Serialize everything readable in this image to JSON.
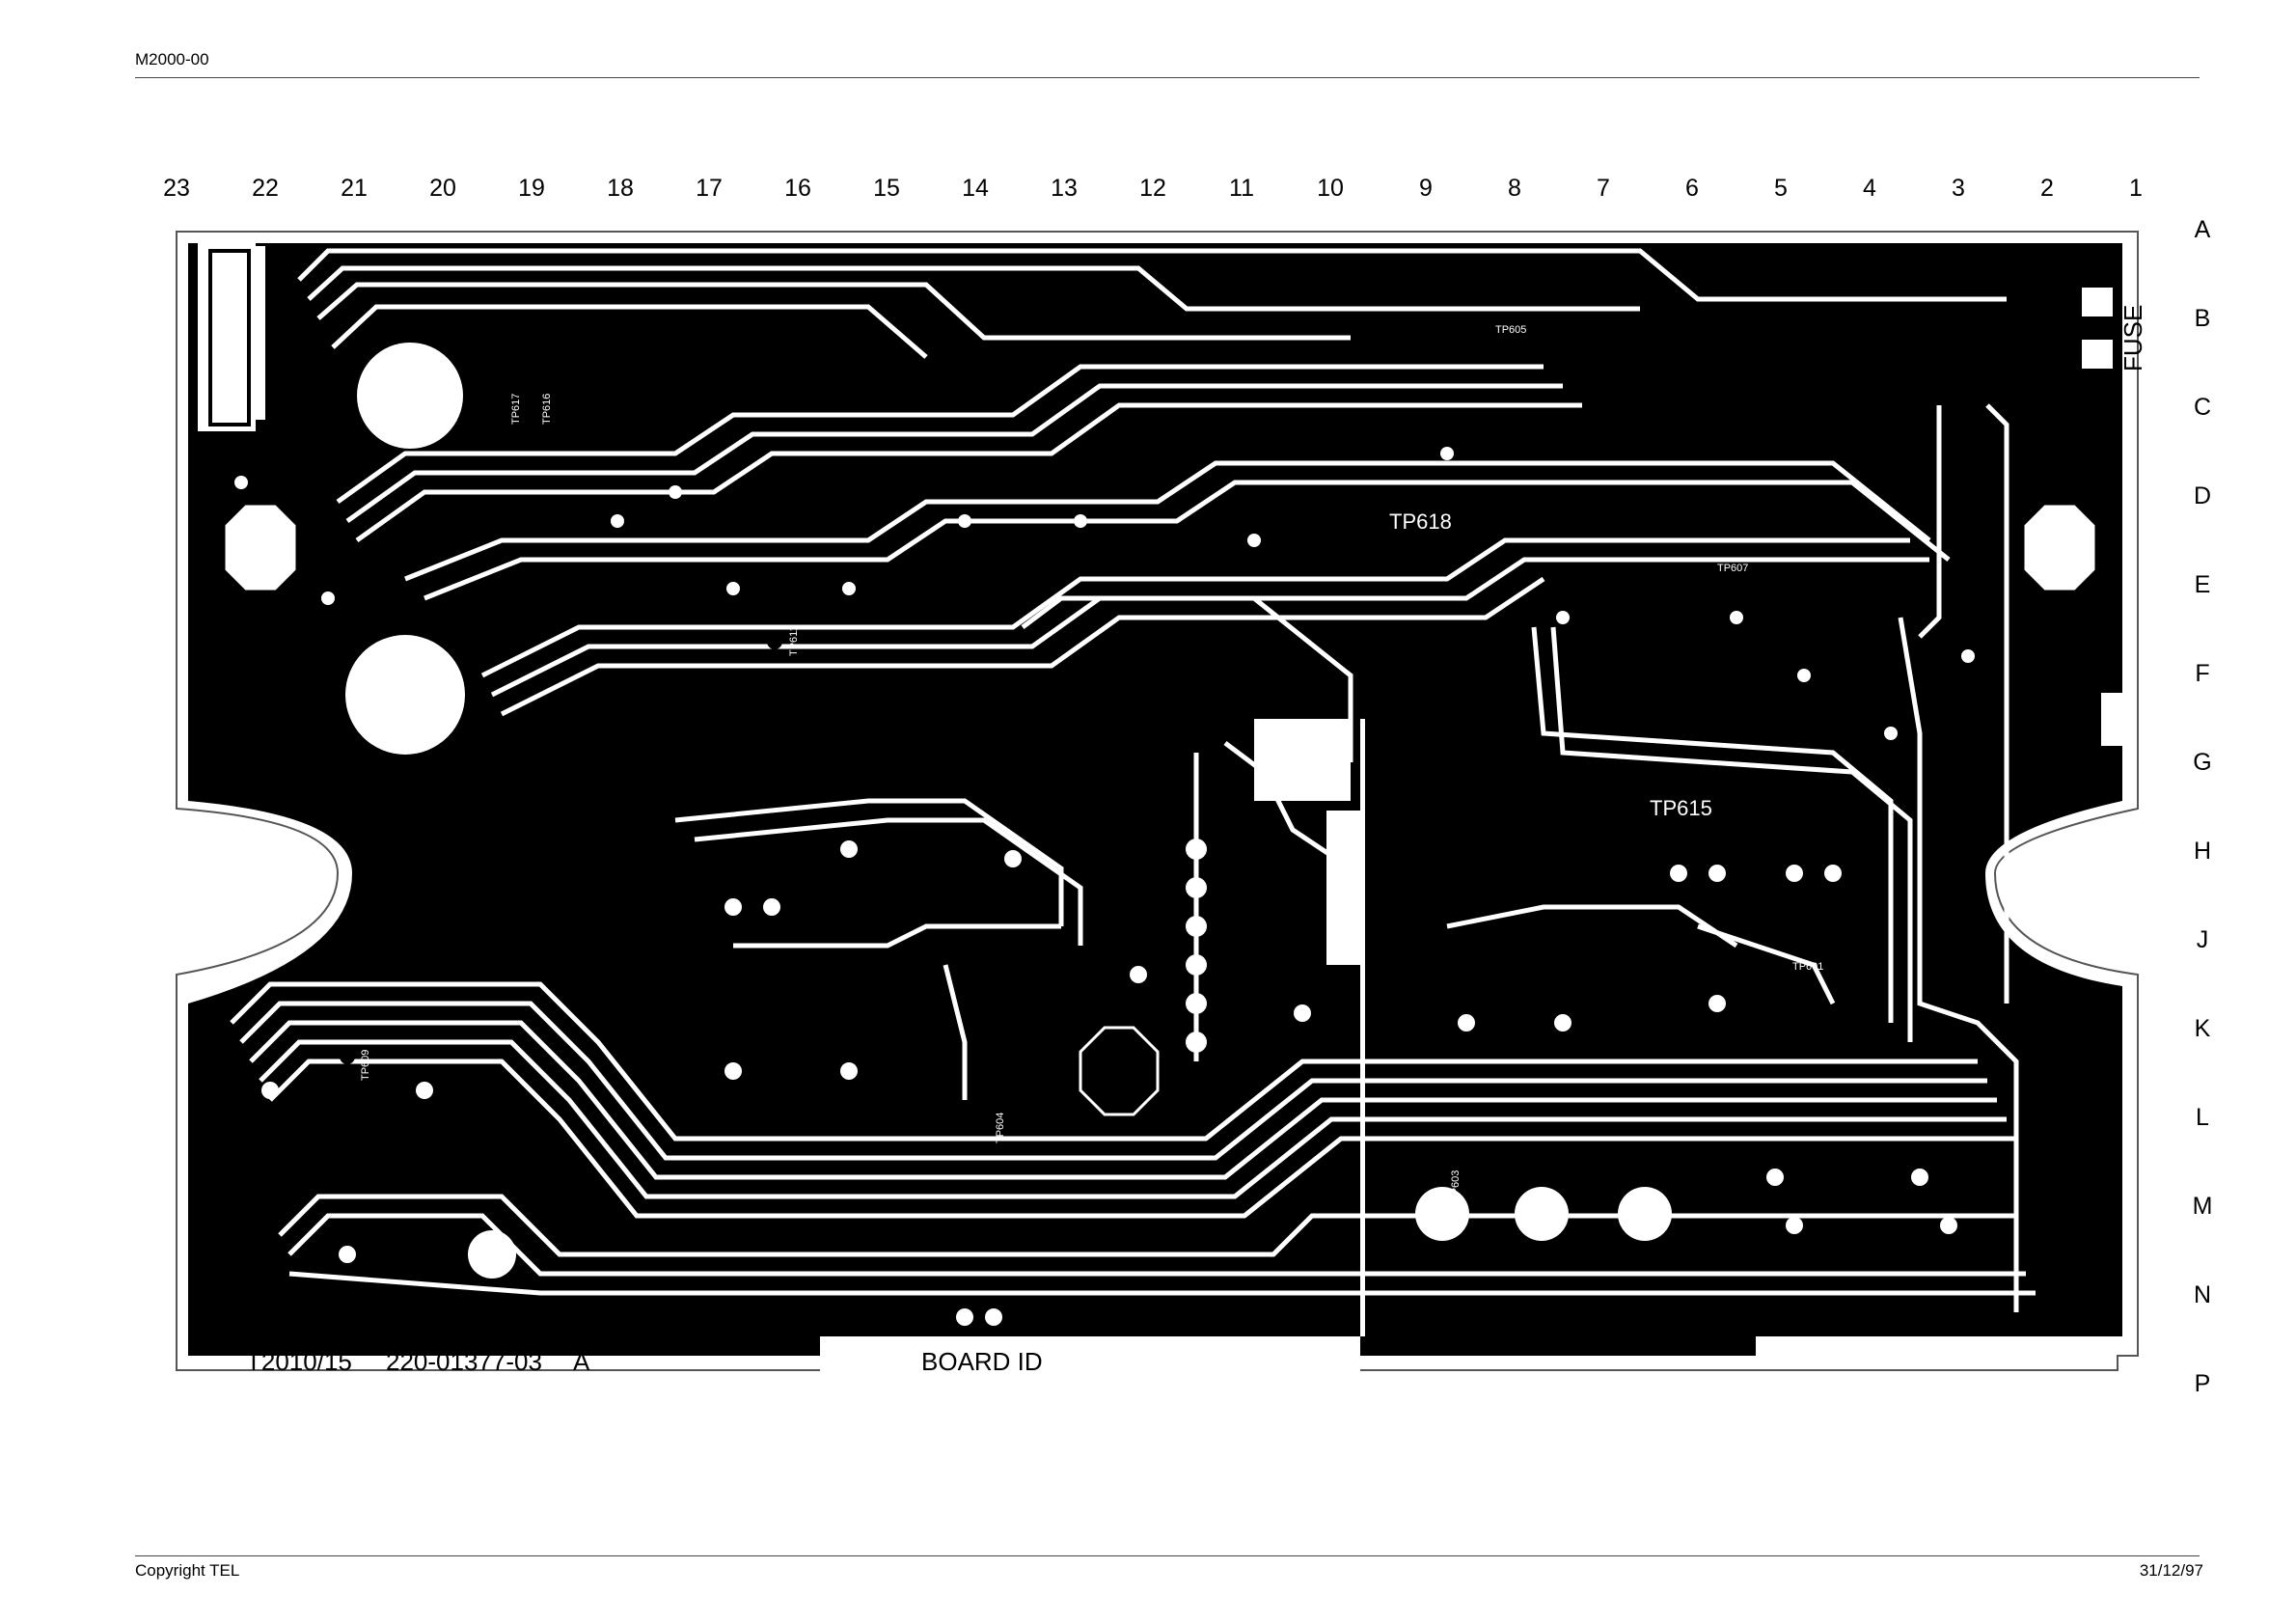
{
  "document": {
    "id": "M2000-00",
    "copyright": "Copyright TEL",
    "date": "31/12/97"
  },
  "grid": {
    "columns": [
      "23",
      "22",
      "21",
      "20",
      "19",
      "18",
      "17",
      "16",
      "15",
      "14",
      "13",
      "12",
      "11",
      "10",
      "9",
      "8",
      "7",
      "6",
      "5",
      "4",
      "3",
      "2",
      "1"
    ],
    "rows": [
      "A",
      "B",
      "C",
      "D",
      "E",
      "F",
      "G",
      "H",
      "J",
      "K",
      "L",
      "M",
      "N",
      "P"
    ]
  },
  "board": {
    "part_code": "T2010/15",
    "board_number": "220-01377-03",
    "revision": "A",
    "board_id_label": "BOARD ID",
    "fuse_label": "FUSE"
  },
  "test_points": [
    "TP605",
    "TP618",
    "TP607",
    "TP601",
    "TP609",
    "TP604",
    "TP603",
    "TP615",
    "TP611",
    "TP617",
    "TP616"
  ],
  "colors": {
    "copper": "#000000",
    "substrate": "#ffffff",
    "outline": "#555555"
  }
}
